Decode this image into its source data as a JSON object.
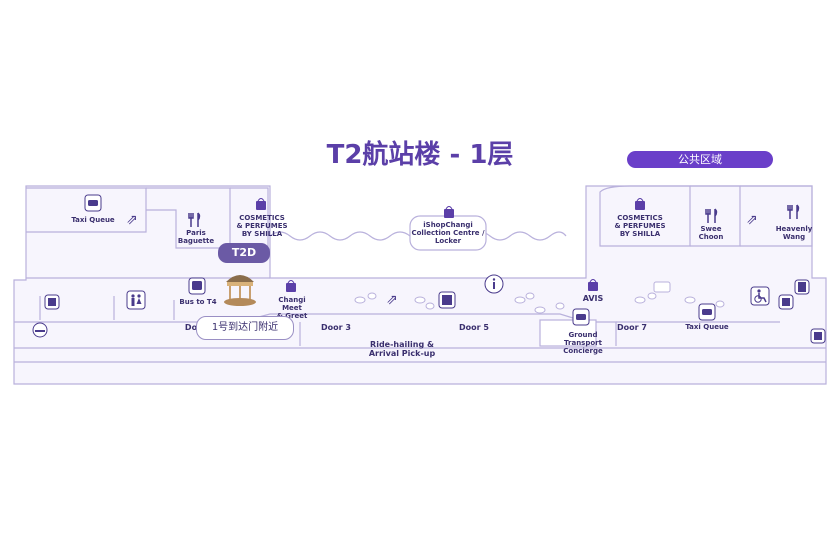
{
  "title": "T2航站楼 - 1层",
  "public_area_badge": "公共区域",
  "colors": {
    "accent": "#5b3fa8",
    "badge": "#6a3fc9",
    "outline": "#b7aedb",
    "fill": "#f6f4fc"
  },
  "pins": {
    "t2d": "T2D",
    "near_door1": "1号到达门附近"
  },
  "labels": {
    "taxi_queue_left": "Taxi Queue",
    "paris_baguette": "Paris\nBaguette",
    "cosmetics_left": "COSMETICS\n& PERFUMES\nBY SHILLA",
    "ishopchangi": "iShopChangi\nCollection Centre /\nLocker",
    "cosmetics_right": "COSMETICS\n& PERFUMES\nBY SHILLA",
    "swee_choon": "Swee\nChoon",
    "heavenly_wang": "Heavenly\nWang",
    "bus_to_t4": "Bus to T4",
    "changi_meet": "Changi Meet\n& Greet",
    "door1": "Do",
    "door3": "Door 3",
    "door5": "Door 5",
    "avis": "AVIS",
    "ground_transport": "Ground\nTransport\nConcierge",
    "door7": "Door 7",
    "taxi_queue_right": "Taxi Queue",
    "ride_hailing": "Ride-hailing &\nArrival Pick-up"
  },
  "icons": [
    "taxi-icon",
    "escalator-icon",
    "restaurant-icon",
    "shopping-bag-icon",
    "lift-icon",
    "toilet-icon",
    "bus-icon",
    "carousel-icon",
    "info-icon",
    "wheelchair-icon",
    "smoking-icon",
    "phone-icon"
  ]
}
